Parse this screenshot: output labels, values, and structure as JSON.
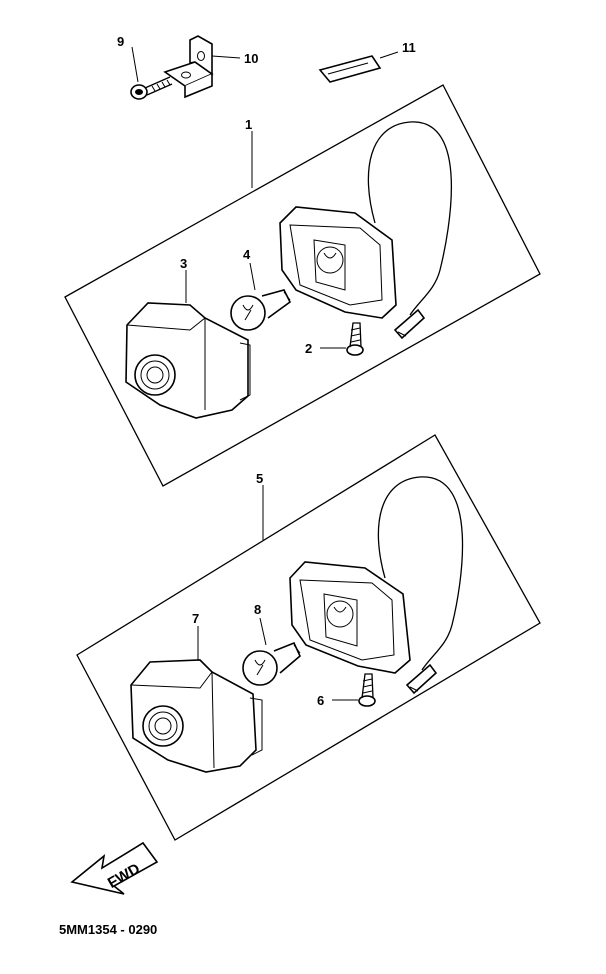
{
  "diagram": {
    "callouts": {
      "c1": "1",
      "c2": "2",
      "c3": "3",
      "c4": "4",
      "c5": "5",
      "c6": "6",
      "c7": "7",
      "c8": "8",
      "c9": "9",
      "c10": "10",
      "c11": "11"
    },
    "fwd_label": "FWD",
    "drawing_code": "5MM1354 - 0290"
  }
}
